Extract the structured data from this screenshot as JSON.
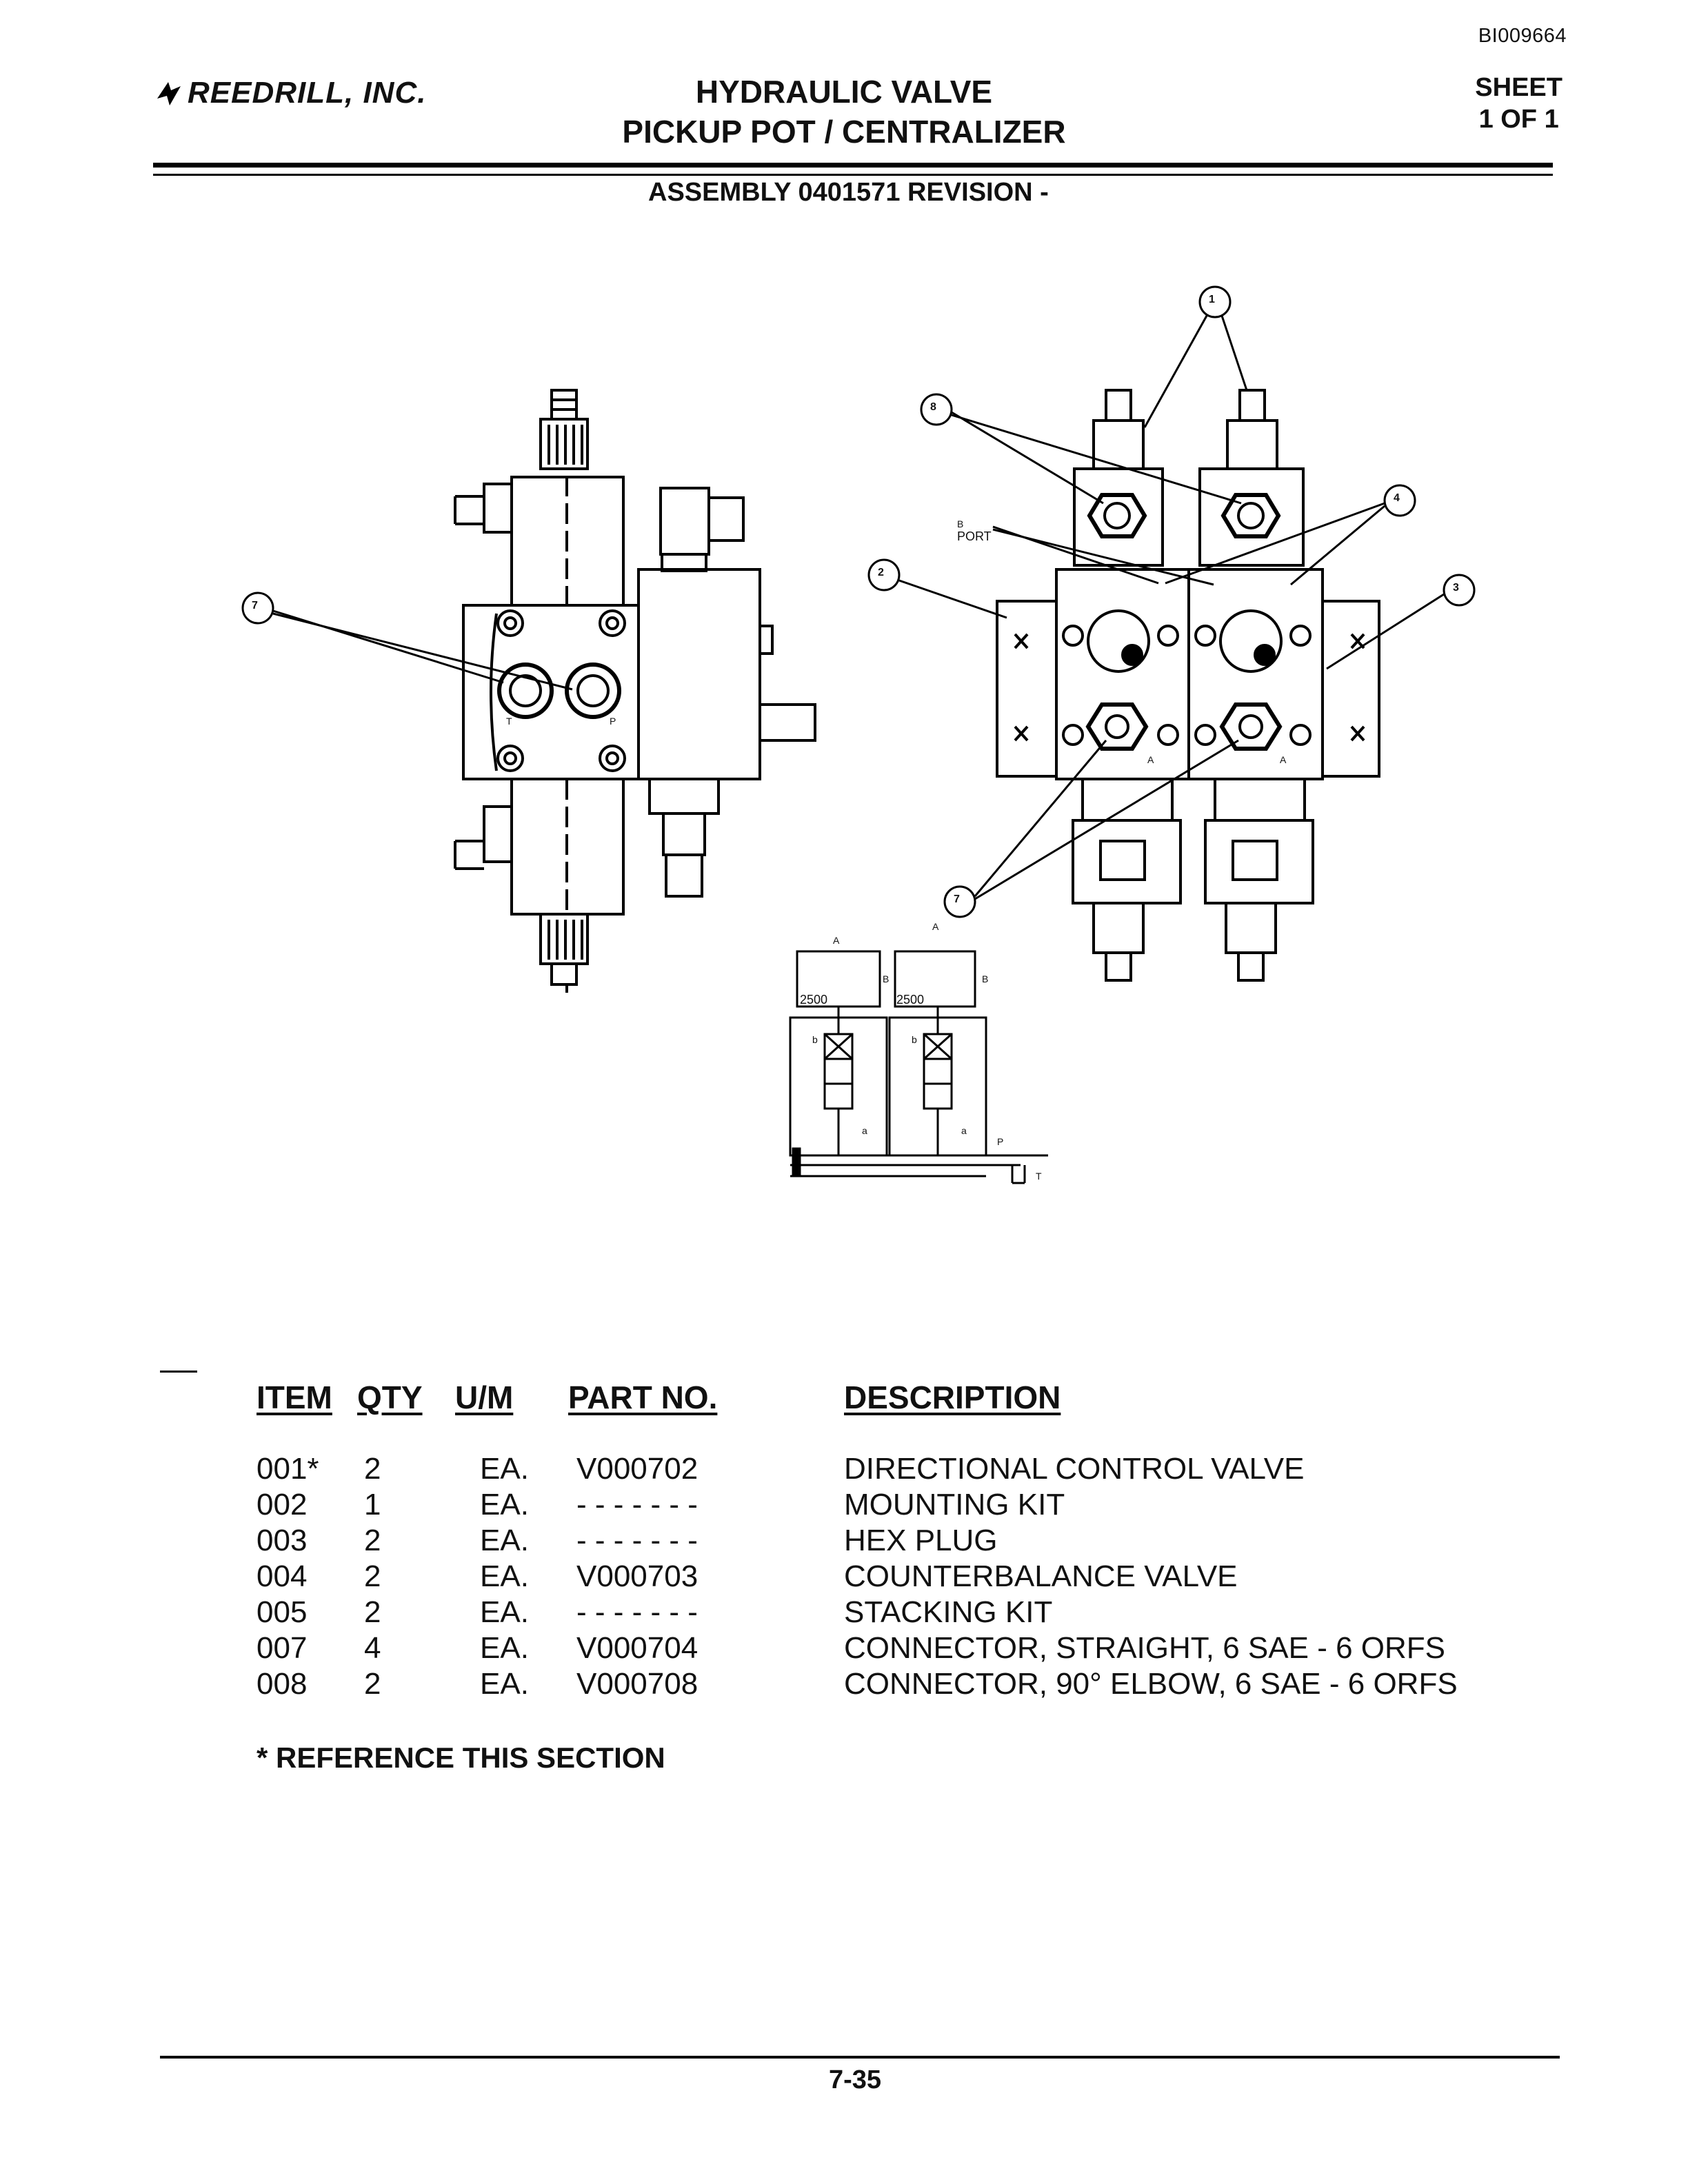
{
  "header": {
    "doc_id": "BI009664",
    "company": "REEDRILL, INC.",
    "title_line1": "HYDRAULIC VALVE",
    "title_line2": "PICKUP POT / CENTRALIZER",
    "sheet_line1": "SHEET",
    "sheet_line2": "1 OF 1",
    "assembly": "ASSEMBLY 0401571 REVISION -"
  },
  "drawing": {
    "callouts": [
      "1",
      "8",
      "4",
      "2",
      "3",
      "7",
      "7"
    ],
    "port_label_b": "B",
    "port_label_port": "PORT",
    "port_letters": [
      "T",
      "P",
      "A",
      "A"
    ],
    "schematic": {
      "setting_left": "2500",
      "setting_right": "2500",
      "labels": [
        "A",
        "B",
        "A",
        "B",
        "b",
        "a",
        "b",
        "a",
        "P",
        "T"
      ]
    }
  },
  "parts_table": {
    "headers": {
      "item": "ITEM",
      "qty": "QTY",
      "um": "U/M",
      "part_no": "PART NO.",
      "description": "DESCRIPTION"
    },
    "rows": [
      {
        "item": "001*",
        "qty": "2",
        "um": "EA.",
        "part_no": "V000702",
        "description": "DIRECTIONAL CONTROL VALVE"
      },
      {
        "item": "002",
        "qty": "1",
        "um": "EA.",
        "part_no": "- - - - - - -",
        "description": "MOUNTING KIT"
      },
      {
        "item": "003",
        "qty": "2",
        "um": "EA.",
        "part_no": "- - - - - - -",
        "description": "HEX PLUG"
      },
      {
        "item": "004",
        "qty": "2",
        "um": "EA.",
        "part_no": "V000703",
        "description": "COUNTERBALANCE VALVE"
      },
      {
        "item": "005",
        "qty": "2",
        "um": "EA.",
        "part_no": "- - - - - - -",
        "description": "STACKING KIT"
      },
      {
        "item": "007",
        "qty": "4",
        "um": "EA.",
        "part_no": "V000704",
        "description": "CONNECTOR, STRAIGHT, 6 SAE - 6 ORFS"
      },
      {
        "item": "008",
        "qty": "2",
        "um": "EA.",
        "part_no": "V000708",
        "description": "CONNECTOR, 90° ELBOW, 6 SAE - 6 ORFS"
      }
    ],
    "note": "* REFERENCE THIS SECTION"
  },
  "footer": {
    "page_number": "7-35"
  }
}
